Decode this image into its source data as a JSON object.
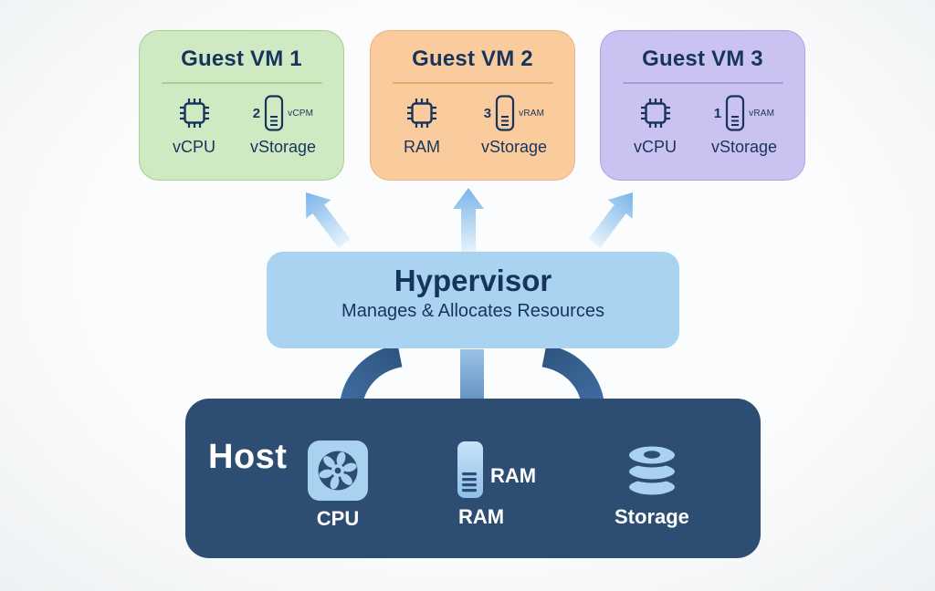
{
  "vms": [
    {
      "title": "Guest VM 1",
      "bg_color": "#cfe9c2",
      "resources": {
        "chip_label": "vCPU",
        "storage_count": "2",
        "storage_tag": "vCPM",
        "storage_label": "vStorage"
      }
    },
    {
      "title": "Guest VM 2",
      "bg_color": "#f9cb9d",
      "resources": {
        "chip_label": "RAM",
        "storage_count": "3",
        "storage_tag": "vRAM",
        "storage_label": "vStorage"
      }
    },
    {
      "title": "Guest VM 3",
      "bg_color": "#cac2f0",
      "resources": {
        "chip_label": "vCPU",
        "storage_count": "1",
        "storage_tag": "vRAM",
        "storage_label": "vStorage"
      }
    }
  ],
  "hypervisor": {
    "title": "Hypervisor",
    "subtitle": "Manages & Allocates Resources",
    "bg_color": "#a9d3f1"
  },
  "host": {
    "title": "Host",
    "bg_color": "#2d4d73",
    "resources": [
      {
        "label": "CPU",
        "icon": "fan-icon"
      },
      {
        "label": "RAM",
        "side_label": "RAM",
        "icon": "ram-stick-icon"
      },
      {
        "label": "Storage",
        "icon": "database-icon"
      }
    ]
  },
  "colors": {
    "background": "#f7f9fa",
    "text_navy": "#17355c",
    "up_arrow": "#7ab5e8",
    "down_arrow_dark": "#2f5681",
    "host_icon_fill": "#a9d2f0"
  }
}
